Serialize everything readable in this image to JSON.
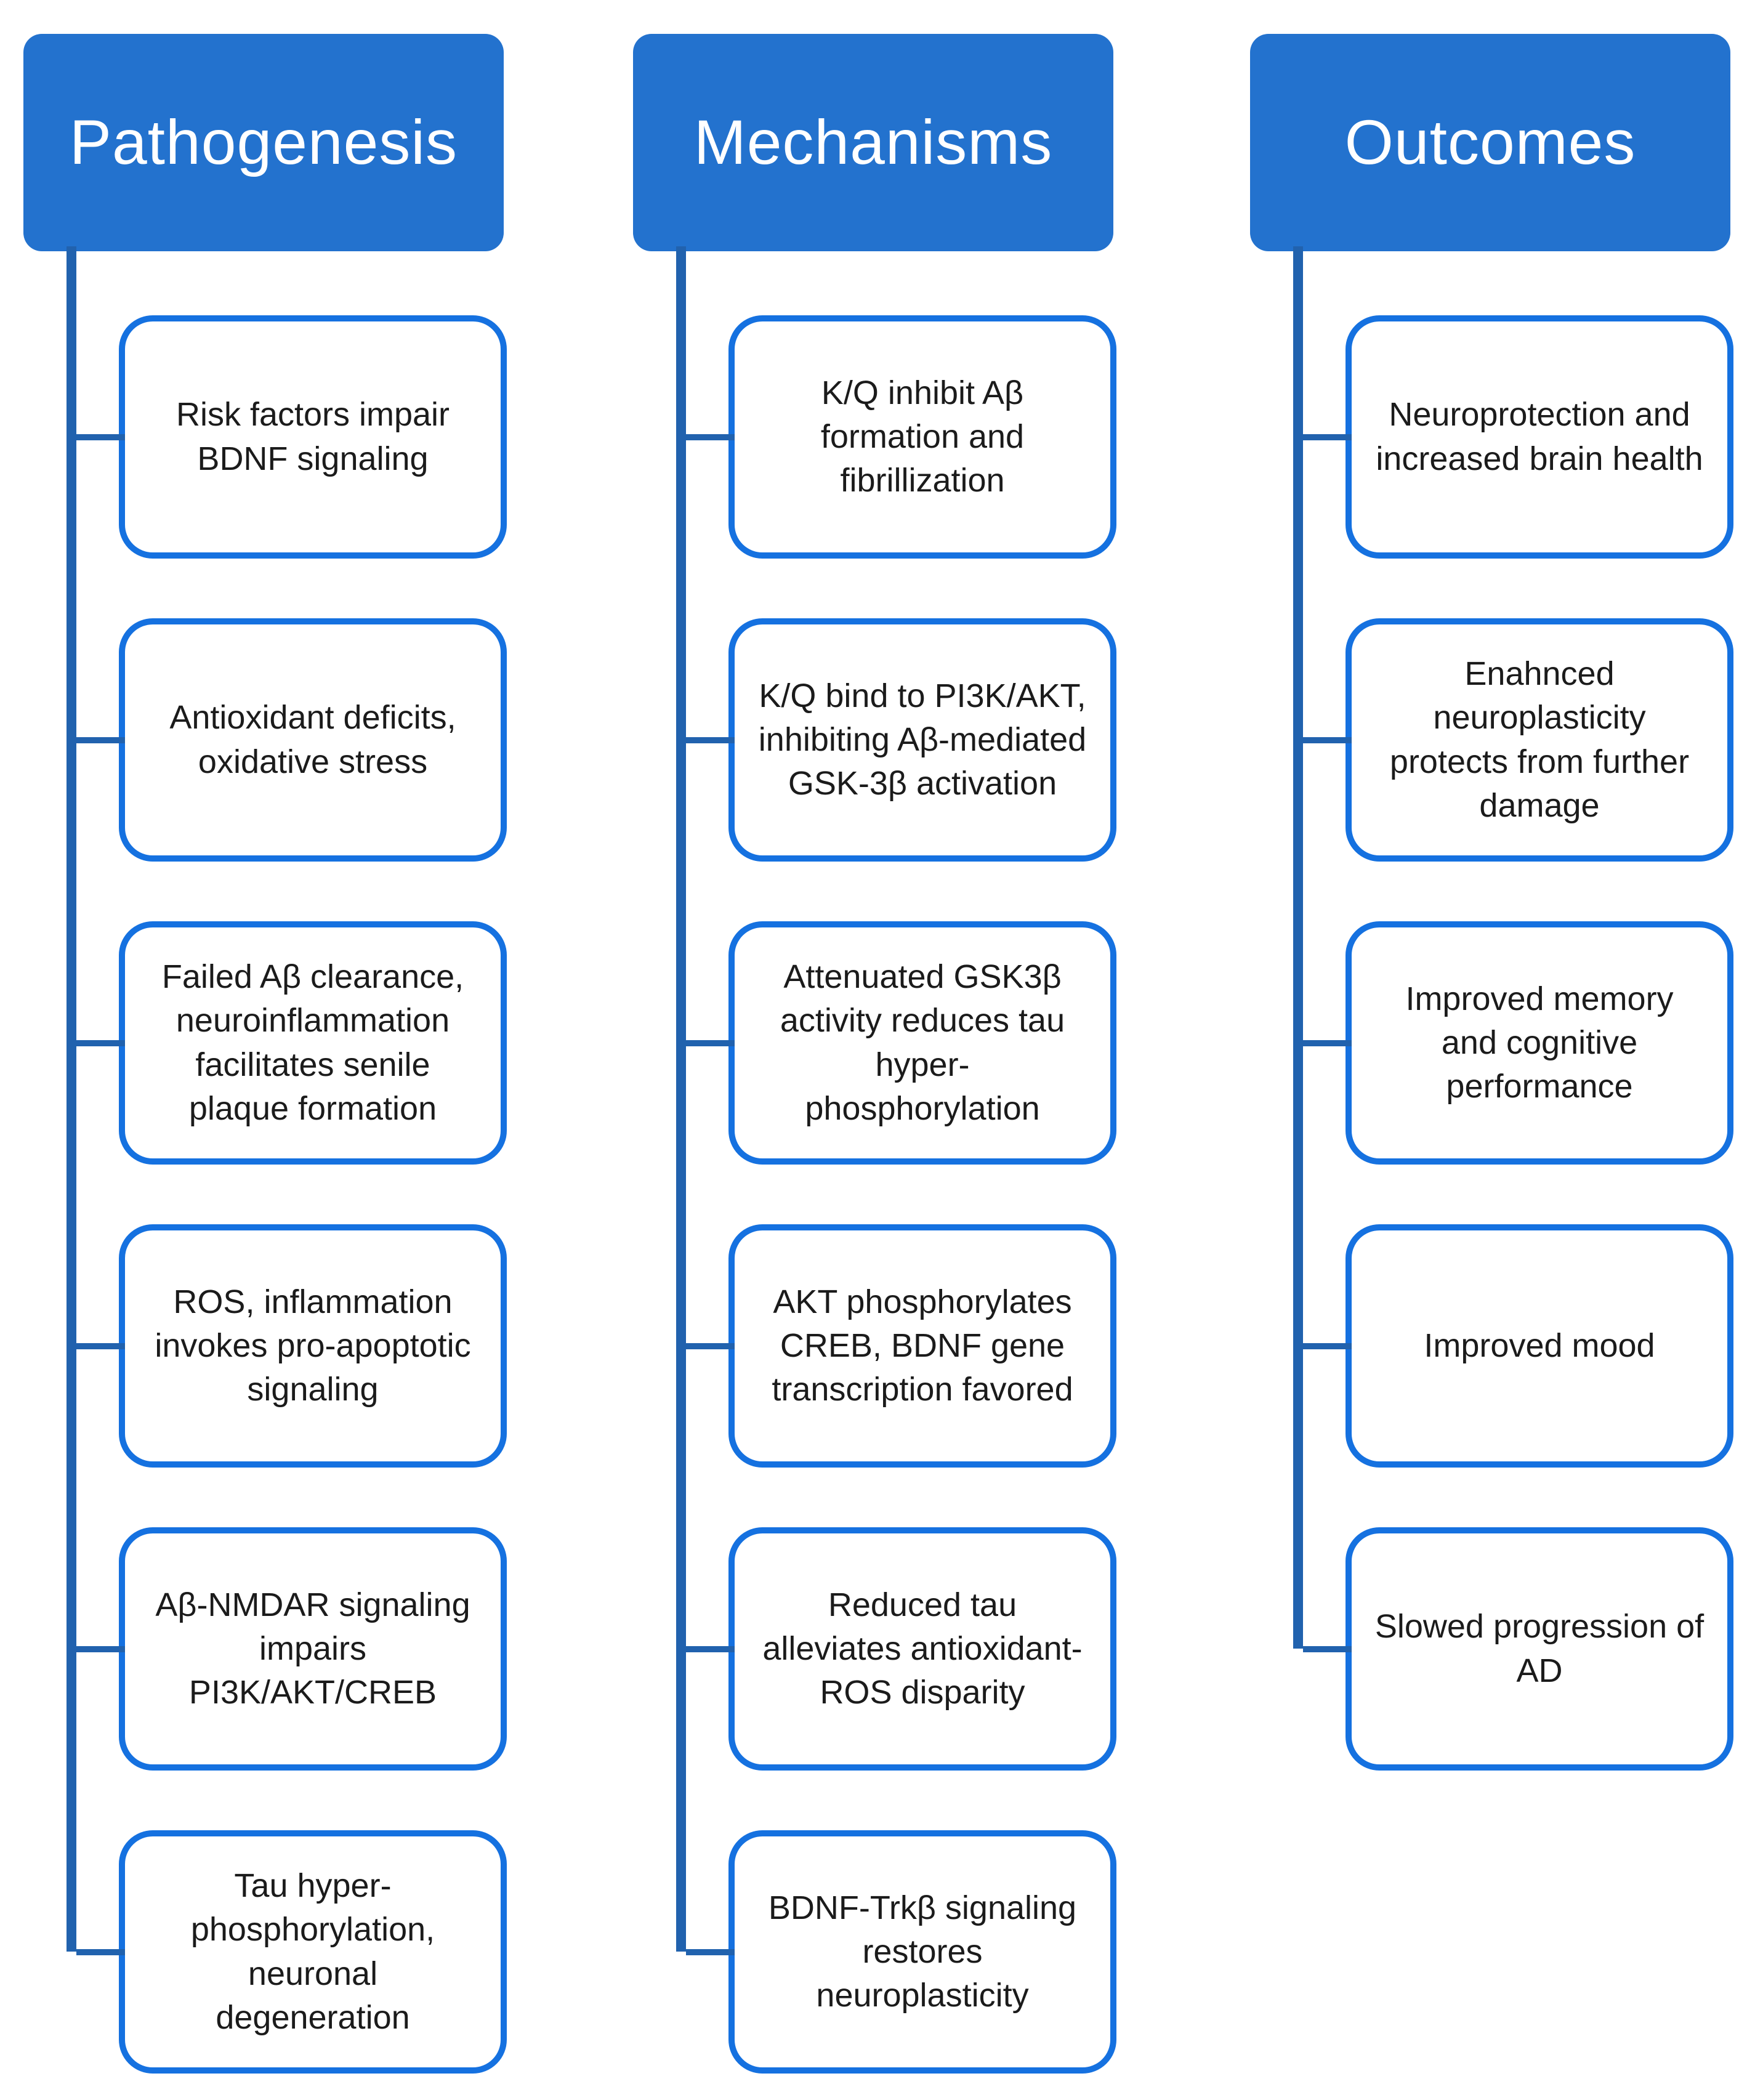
{
  "diagram": {
    "columns": [
      {
        "title": "Pathogenesis",
        "items": [
          "Risk factors impair BDNF signaling",
          "Antioxidant deficits, oxidative stress",
          "Failed Aβ clearance, neuroinflammation facilitates senile plaque formation",
          "ROS, inflammation invokes pro-apoptotic signaling",
          "Aβ-NMDAR signaling impairs PI3K/AKT/CREB",
          "Tau hyper-phosphorylation, neuronal degeneration"
        ]
      },
      {
        "title": "Mechanisms",
        "items": [
          "K/Q inhibit Aβ formation and fibrillization",
          "K/Q bind to PI3K/AKT, inhibiting Aβ-mediated GSK-3β activation",
          "Attenuated GSK3β activity reduces tau hyper- phosphorylation",
          "AKT phosphorylates CREB, BDNF gene transcription favored",
          "Reduced tau alleviates antioxidant-ROS disparity",
          "BDNF-Trkβ signaling restores neuroplasticity"
        ]
      },
      {
        "title": "Outcomes",
        "items": [
          "Neuroprotection and increased brain health",
          "Enahnced neuroplasticity protects from further damage",
          "Improved memory and cognitive performance",
          "Improved mood",
          "Slowed progression of AD"
        ]
      }
    ]
  },
  "colors": {
    "header_fill": "#2372CE",
    "header_text": "#FFFFFF",
    "box_border": "#1571E0",
    "connector": "#2162AE",
    "text": "#1B1B1B"
  }
}
